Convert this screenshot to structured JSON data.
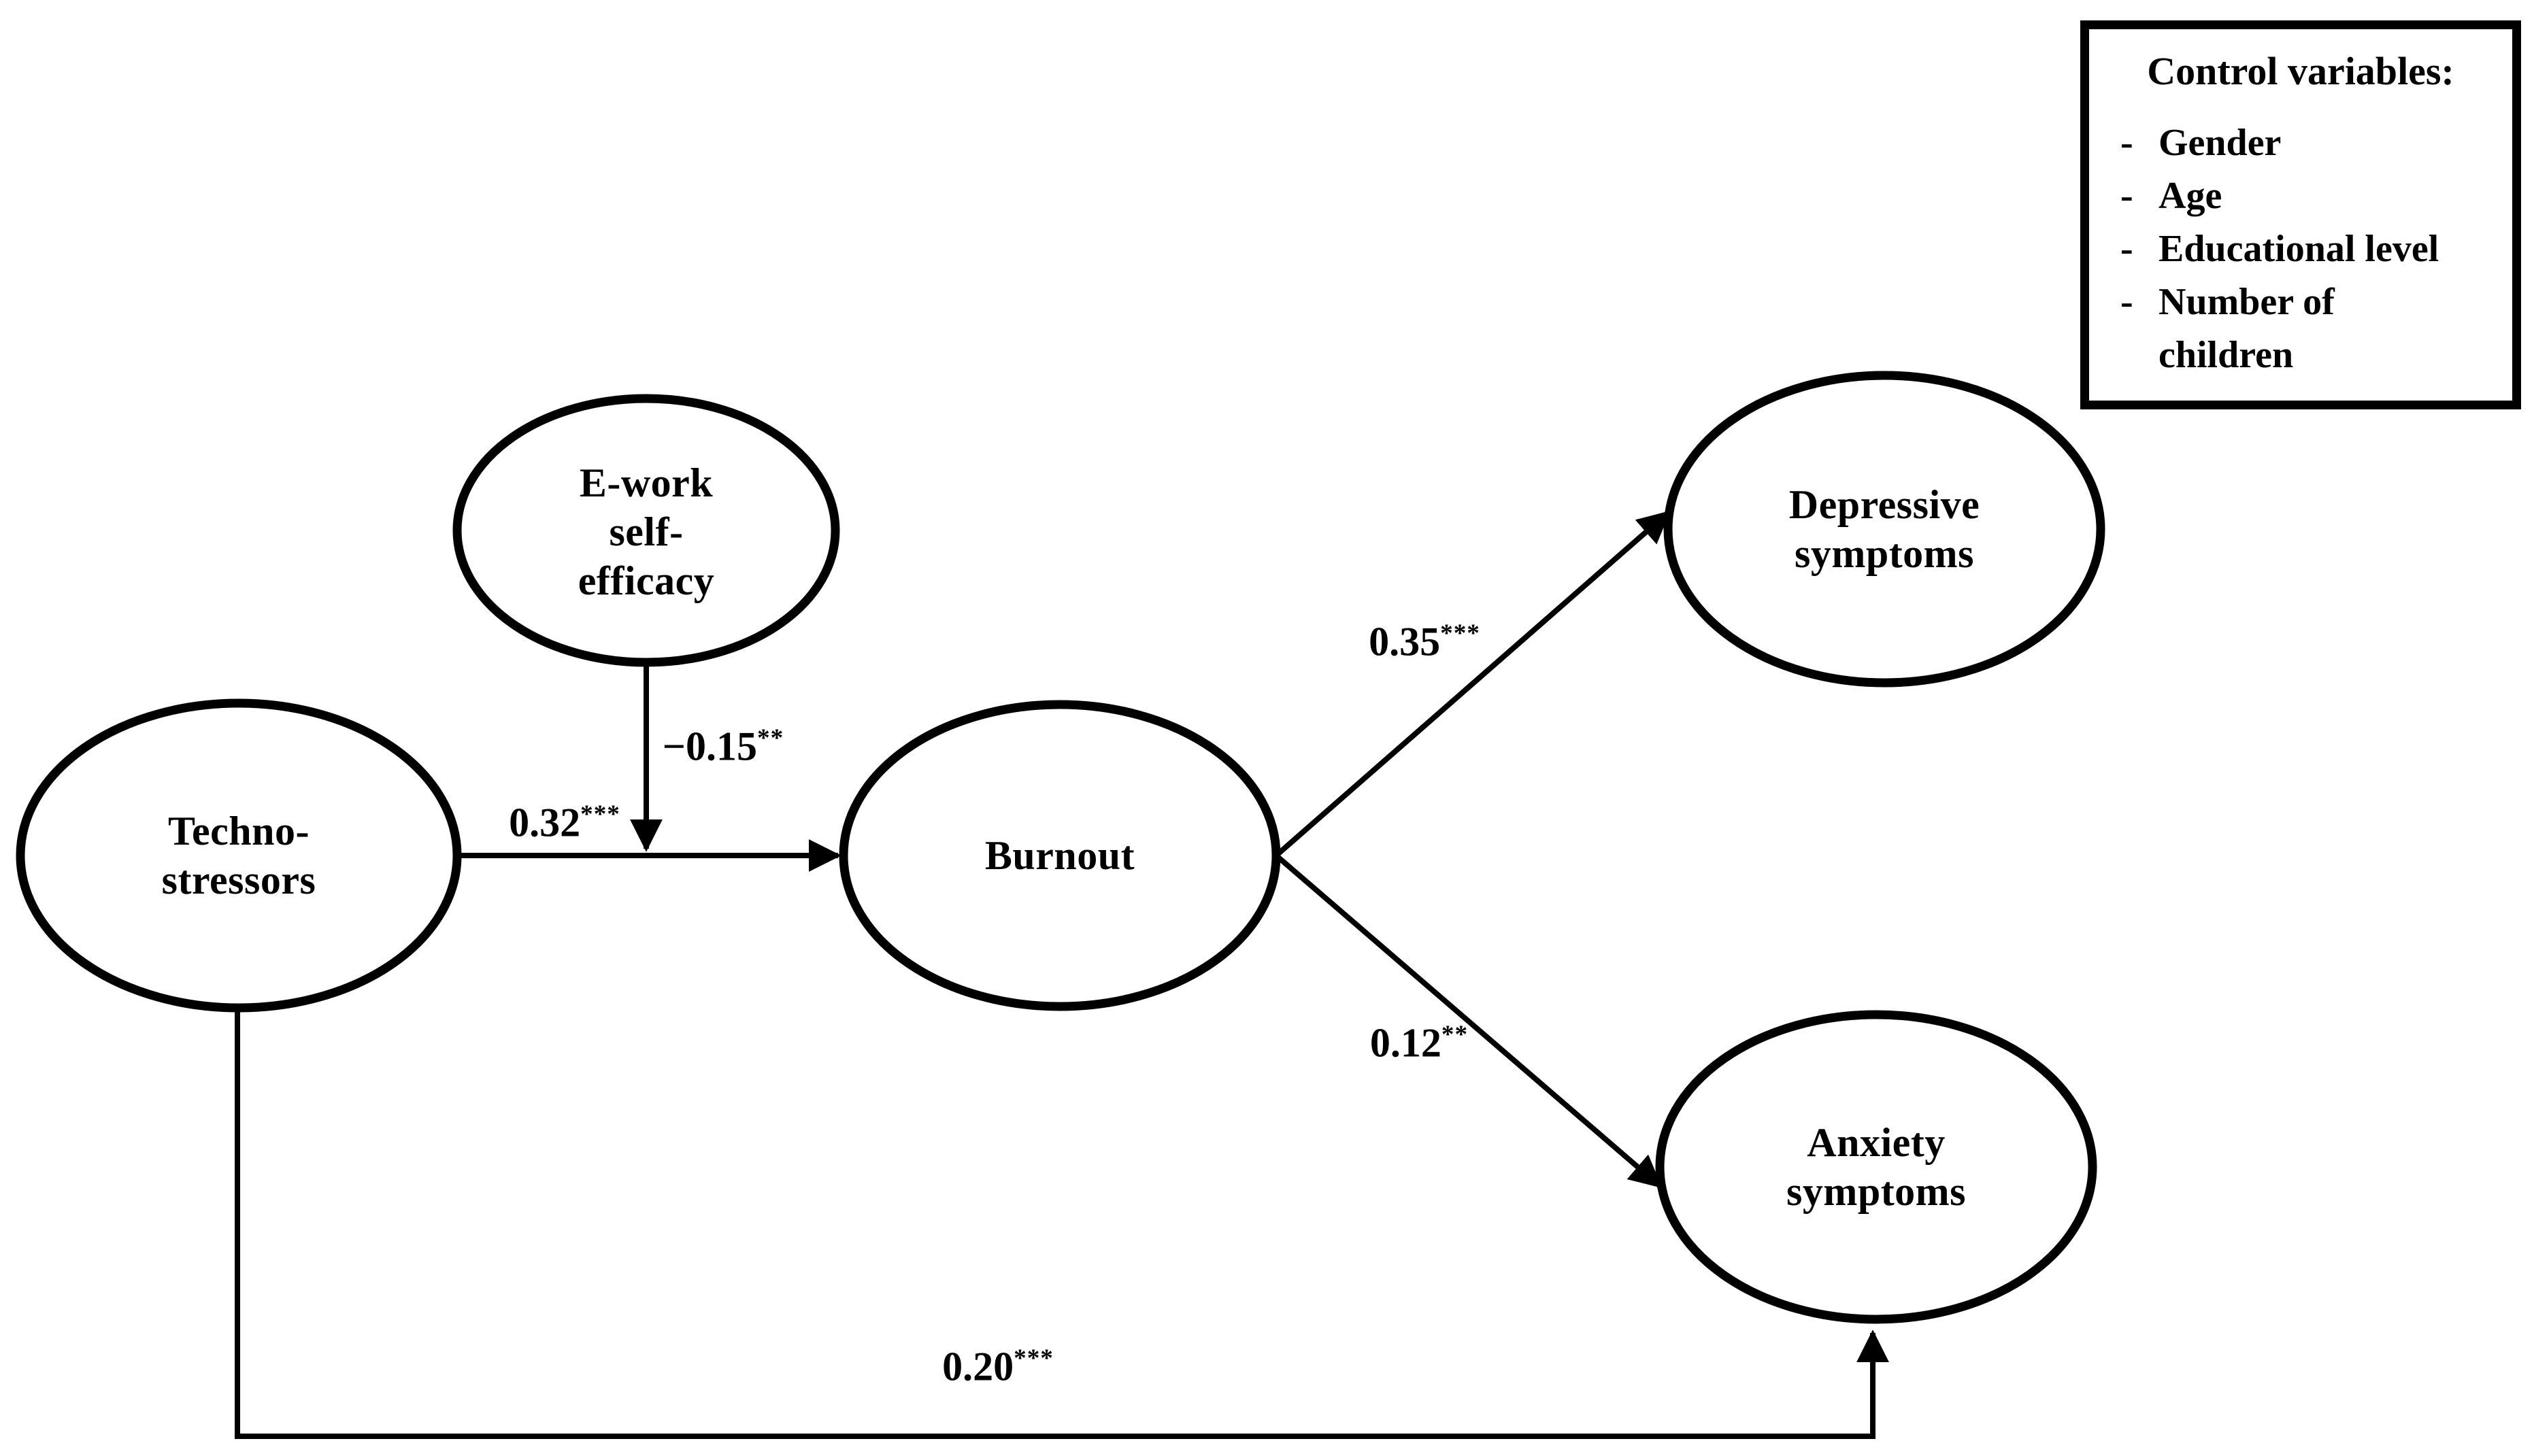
{
  "figure": {
    "background": "#ffffff",
    "stroke_color": "#000000",
    "text_color": "#000000"
  },
  "nodes": {
    "ework_self_efficacy": {
      "label": "E-work\nself-\nefficacy"
    },
    "techno_stressors": {
      "label": "Techno-\nstressors"
    },
    "burnout": {
      "label": "Burnout"
    },
    "depressive_symptoms": {
      "label": "Depressive\nsymptoms"
    },
    "anxiety_symptoms": {
      "label": "Anxiety\nsymptoms"
    }
  },
  "paths": {
    "techno_to_burnout": {
      "coefficient": "0.32",
      "significance": "***"
    },
    "ework_moderation": {
      "coefficient": "−0.15",
      "significance": "**"
    },
    "burnout_to_depressive": {
      "coefficient": "0.35",
      "significance": "***"
    },
    "burnout_to_anxiety": {
      "coefficient": "0.12",
      "significance": "**"
    },
    "techno_to_anxiety": {
      "coefficient": "0.20",
      "significance": "***"
    }
  },
  "control_box": {
    "title": "Control variables:",
    "bullet": "-",
    "items": [
      "Gender",
      "Age",
      "Educational level",
      "Number of children"
    ]
  }
}
